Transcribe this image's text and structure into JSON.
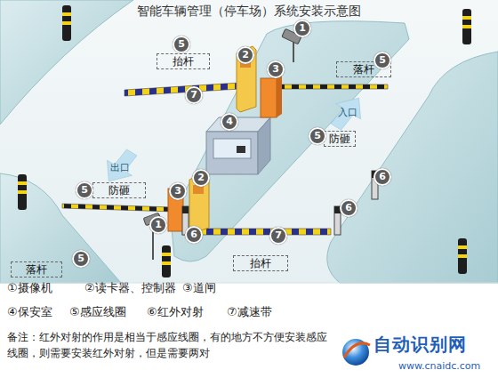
{
  "diagram": {
    "title": "智能车辆管理（停车场）系统安装示意图",
    "nodes": [
      {
        "text": [
          "抬杆"
        ]
      },
      {
        "text": [
          "落杆"
        ]
      },
      {
        "text": [
          "入口"
        ]
      },
      {
        "text": [
          "防砸"
        ]
      },
      {
        "text": [
          "出口"
        ]
      },
      {
        "text": [
          "防砸"
        ]
      },
      {
        "text": [
          "抬杆"
        ]
      },
      {
        "text": [
          "落杆"
        ]
      }
    ],
    "labels": [
      "1",
      "5",
      "2",
      "5",
      "3",
      "7",
      "4",
      "5",
      "6",
      "2",
      "5",
      "3",
      "6",
      "1",
      "6",
      "7",
      "5",
      "备注：红外对射的作用是相当于感应线圈，有的地方不方便安装感应线圈，则需要安装红外对射，但是需要两对",
      "自动识别网",
      "www.cnaidc.com"
    ],
    "legend": [
      {
        "text": "①摄像机"
      },
      {
        "text": "②读卡器、控制器"
      },
      {
        "text": "③道闸"
      },
      {
        "text": "④保安室"
      },
      {
        "text": "⑤感应线圈"
      },
      {
        "text": "⑥红外对射"
      },
      {
        "text": "⑦减速带"
      }
    ]
  }
}
